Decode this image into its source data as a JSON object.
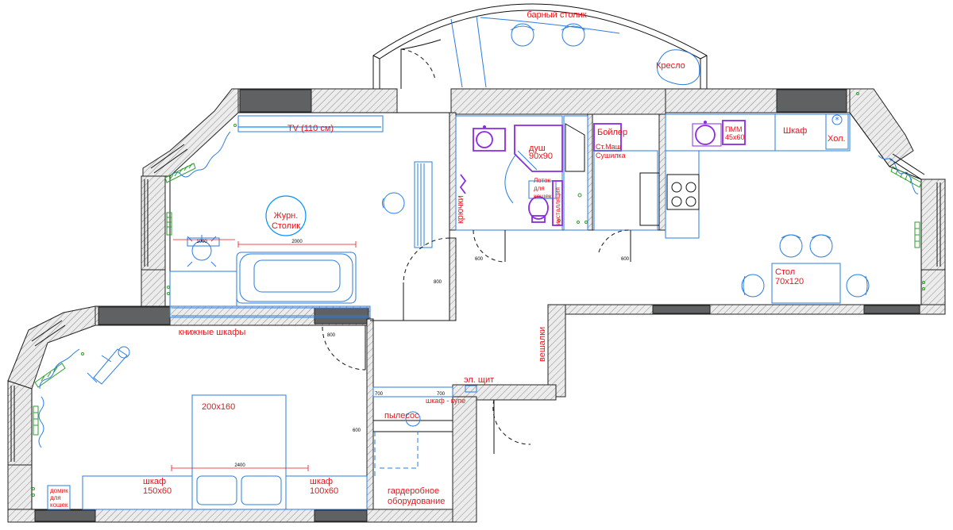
{
  "labels": {
    "bar_table": "барный столик",
    "armchair": "Кресло",
    "tv": "TV (110 см)",
    "coffee_table_l1": "Журн.",
    "coffee_table_l2": "Столик",
    "shower_l1": "душ",
    "shower_l2": "90x90",
    "boiler": "Бойлер",
    "washer": "Ст.Маш",
    "dryer": "Сушилка",
    "cat_tray_l1": "Лоток",
    "cat_tray_l2": "для",
    "cat_tray_l3": "кошек",
    "installation": "инсталляция",
    "hooks": "крючки",
    "dishwasher_l1": "ПММ",
    "dishwasher_l2": "45x60",
    "cupboard": "Шкаф",
    "fridge": "Хол.",
    "table_l1": "Стол",
    "table_l2": "70x120",
    "bookshelves": "книжные шкафы",
    "hangers": "вешалки",
    "panel": "эл. щит",
    "wardrobe_coupe": "шкаф - купе",
    "vacuum": "пылесос",
    "bed": "200x160",
    "wardrobe_left_l1": "шкаф",
    "wardrobe_left_l2": "150x60",
    "wardrobe_right_l1": "шкаф",
    "wardrobe_right_l2": "100x60",
    "dressing_l1": "гардеробное",
    "dressing_l2": "оборудование",
    "cat_house_l1": "домик",
    "cat_house_l2": "для",
    "cat_house_l3": "кошек"
  },
  "dimensions": {
    "d800_living": "800",
    "d800_bed": "800",
    "d600_bath": "600",
    "d600_wc": "600",
    "d600_wardrobe": "600",
    "d700_a": "700",
    "d700_b": "700",
    "d1000": "1000",
    "d2000": "2000",
    "d2400": "2400"
  },
  "colors": {
    "label_text": "#e8141c",
    "furniture": "#2a7de1",
    "plumbing": "#8a2be2",
    "plants": "#2f9e2f",
    "wall_fill": "#d7d7d7",
    "column_fill": "#5f6163"
  }
}
